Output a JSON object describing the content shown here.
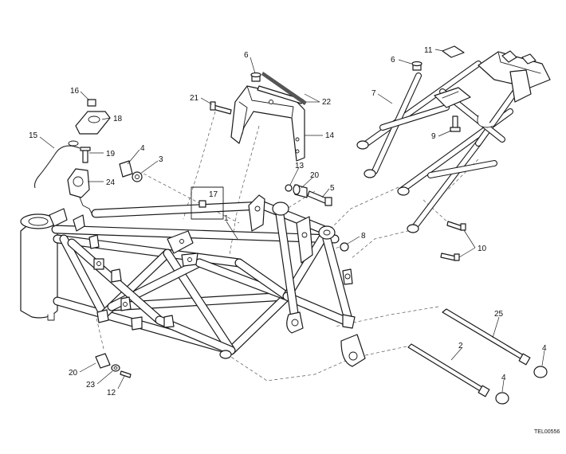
{
  "diagram": {
    "doc_code": "TEL00556",
    "callouts": [
      {
        "id": "c16",
        "label": "16"
      },
      {
        "id": "c18",
        "label": "18"
      },
      {
        "id": "c15",
        "label": "15"
      },
      {
        "id": "c19",
        "label": "19"
      },
      {
        "id": "c24",
        "label": "24"
      },
      {
        "id": "c4a",
        "label": "4"
      },
      {
        "id": "c3",
        "label": "3"
      },
      {
        "id": "c21",
        "label": "21"
      },
      {
        "id": "c6a",
        "label": "6"
      },
      {
        "id": "c22",
        "label": "22"
      },
      {
        "id": "c14",
        "label": "14"
      },
      {
        "id": "c13",
        "label": "13"
      },
      {
        "id": "c20a",
        "label": "20"
      },
      {
        "id": "c5",
        "label": "5"
      },
      {
        "id": "c17",
        "label": "17"
      },
      {
        "id": "c1",
        "label": "1"
      },
      {
        "id": "c8",
        "label": "8"
      },
      {
        "id": "c11",
        "label": "11"
      },
      {
        "id": "c6b",
        "label": "6"
      },
      {
        "id": "c7",
        "label": "7"
      },
      {
        "id": "c9",
        "label": "9"
      },
      {
        "id": "c10",
        "label": "10"
      },
      {
        "id": "c25",
        "label": "25"
      },
      {
        "id": "c2",
        "label": "2"
      },
      {
        "id": "c4b",
        "label": "4"
      },
      {
        "id": "c4c",
        "label": "4"
      },
      {
        "id": "c20b",
        "label": "20"
      },
      {
        "id": "c23",
        "label": "23"
      },
      {
        "id": "c12",
        "label": "12"
      }
    ]
  }
}
